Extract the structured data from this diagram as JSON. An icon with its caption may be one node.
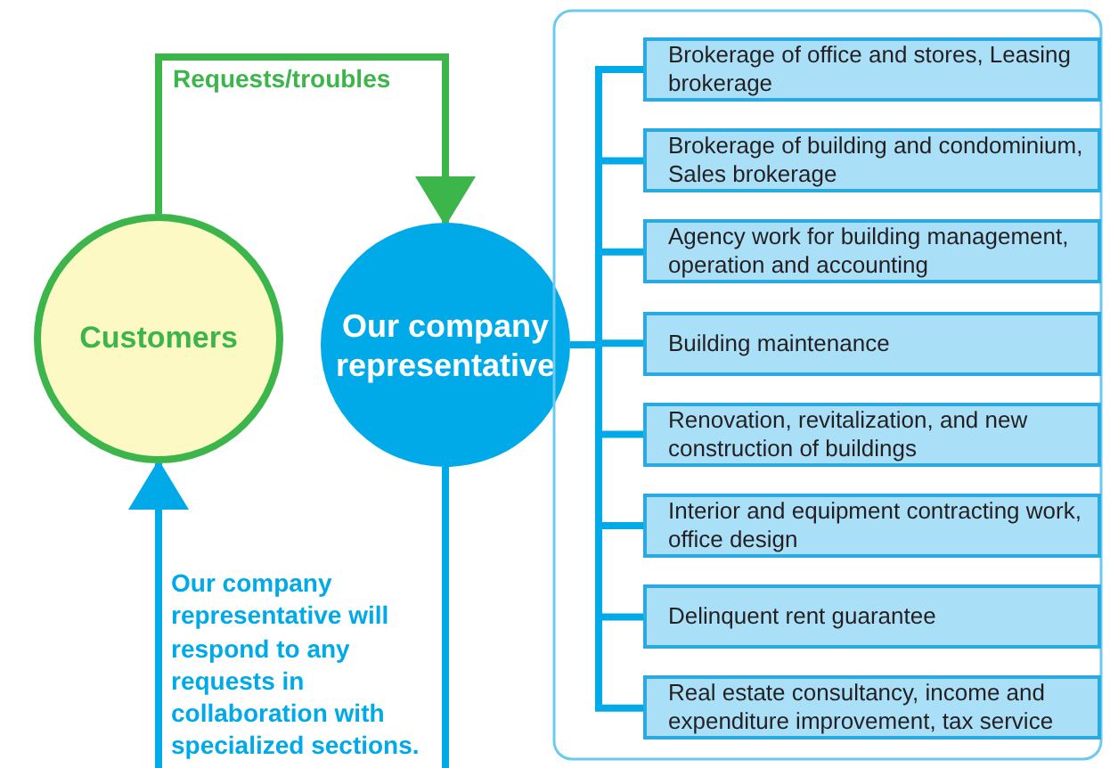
{
  "diagram": {
    "nodes": [
      {
        "text": [
          "Customers"
        ]
      },
      {
        "text": [
          "Our company representative"
        ]
      },
      {
        "text": [],
        "shape": "box"
      },
      {
        "text": [
          "Brokerage of office and stores, Leasing brokerage"
        ],
        "in": 2
      },
      {
        "text": [
          "Brokerage of building and condominium, Sales brokerage"
        ],
        "in": 2
      },
      {
        "text": [
          "Agency work for building management, operation and accounting"
        ],
        "in": 2
      },
      {
        "text": [
          "Building maintenance"
        ],
        "in": 2
      },
      {
        "text": [
          "Renovation, revitalization, and new construction of buildings"
        ],
        "in": 2
      },
      {
        "text": [
          "Interior and equipment contracting work, office design"
        ],
        "in": 2
      },
      {
        "text": [
          "Delinquent rent guarantee"
        ],
        "in": 2
      },
      {
        "text": [
          "Real estate consultancy, income and expenditure improvement, tax service"
        ],
        "in": 2
      }
    ],
    "edges": [
      {
        "from": 0,
        "to": 1,
        "arrow": "to",
        "label": "Requests/troubles",
        "color": "#3cb54a"
      },
      {
        "from": 1,
        "to": 0,
        "arrow": "to",
        "color": "#00a9e8",
        "label": "Our company representative will respond to any requests in collaboration with specialized sections."
      },
      {
        "from": 1,
        "to": 3,
        "arrow": "none"
      },
      {
        "from": 1,
        "to": 4,
        "arrow": "none"
      },
      {
        "from": 1,
        "to": 5,
        "arrow": "none"
      },
      {
        "from": 1,
        "to": 6,
        "arrow": "none"
      },
      {
        "from": 1,
        "to": 7,
        "arrow": "none"
      },
      {
        "from": 1,
        "to": 8,
        "arrow": "none"
      },
      {
        "from": 1,
        "to": 9,
        "arrow": "none"
      },
      {
        "from": 1,
        "to": 10,
        "arrow": "none"
      }
    ]
  }
}
